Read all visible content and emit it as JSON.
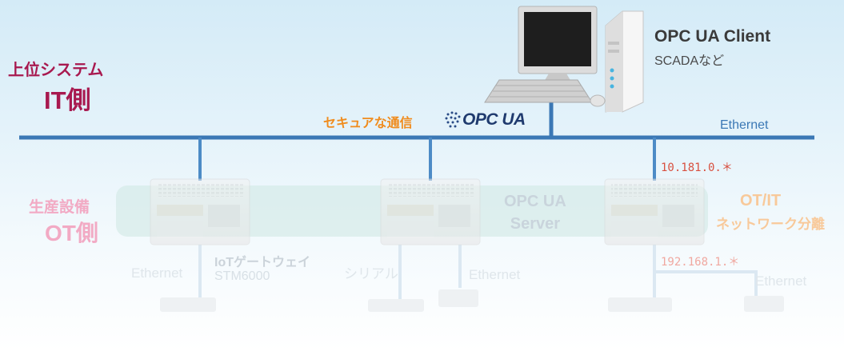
{
  "left_labels": {
    "it_title": "上位システム",
    "it_side": "IT側",
    "ot_title": "生産設備",
    "ot_side": "OT側"
  },
  "client": {
    "title": "OPC UA Client",
    "subtitle": "SCADAなど"
  },
  "network": {
    "secure_comm": "セキュアな通信",
    "opcua_logo": "OPC UA",
    "ethernet_main": "Ethernet",
    "ip_upper": "10.181.0.＊",
    "ip_lower": "192.168.1.＊"
  },
  "devices": {
    "server_label_line1": "OPC UA",
    "server_label_line2": "Server",
    "otit_line1": "OT/IT",
    "otit_line2": "ネットワーク分離",
    "gateway_name": "IoTゲートウェイ",
    "gateway_model": "STM6000"
  },
  "lower_connections": {
    "eth_left": "Ethernet",
    "serial": "シリアル",
    "eth_middle": "Ethernet",
    "eth_right": "Ethernet"
  },
  "colors": {
    "network_line": "#3b78b5",
    "it_accent": "#a8194f",
    "secure_accent": "#f08c1e"
  }
}
